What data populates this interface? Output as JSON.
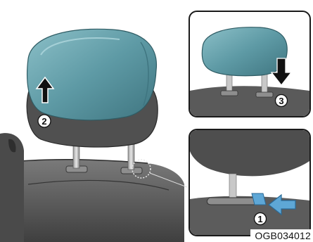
{
  "figure_code": "OGB034012",
  "step_labels": {
    "step1": "1",
    "step2": "2",
    "step3": "3"
  },
  "colors": {
    "headrest": "#5e9aa5",
    "seat": "#5a5a5a",
    "arrow_black": "#111111",
    "arrow_blue": "#5ea7d6",
    "frame": "#1a1a1a"
  },
  "icons": [
    "up-arrow-icon",
    "down-arrow-icon",
    "push-arrow-icon"
  ]
}
